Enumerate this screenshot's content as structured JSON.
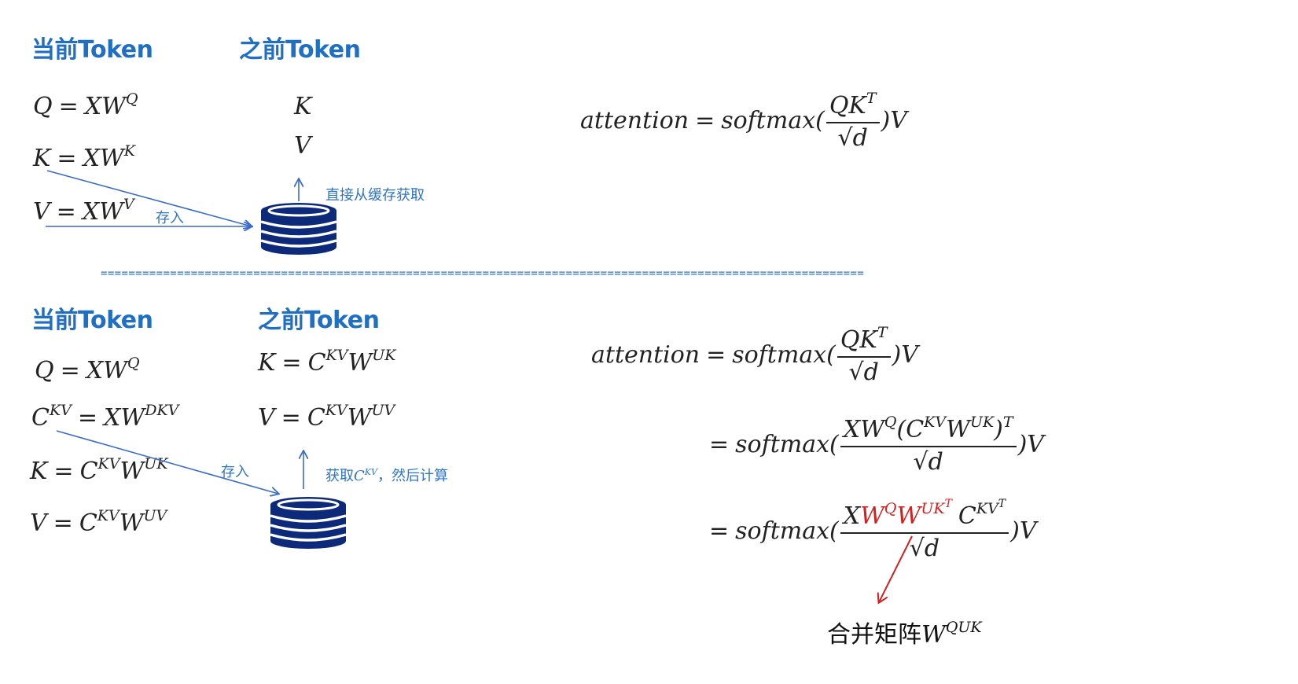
{
  "top": {
    "heading_current": "当前Token",
    "heading_previous": "之前Token",
    "store_label": "存入",
    "cache_label": "直接从缓存获取",
    "eq_q": {
      "lhs": "Q",
      "op": "=",
      "base": "XW",
      "sup": "Q"
    },
    "eq_k": {
      "lhs": "K",
      "op": "=",
      "base": "XW",
      "sup": "K"
    },
    "eq_v": {
      "lhs": "V",
      "op": "=",
      "base": "XW",
      "sup": "V"
    },
    "prev_k": "K",
    "prev_v": "V",
    "attention": {
      "lhs": "attention",
      "op": "=",
      "func": "softmax(",
      "num_base": "QK",
      "num_sup": "T",
      "den_sqrt": "√",
      "den_var": "d",
      "tail": ")V"
    }
  },
  "separator": "==============================================================================================================",
  "bottom": {
    "heading_current": "当前Token",
    "heading_previous": "之前Token",
    "store_label": "存入",
    "fetch_label_prefix": "获取",
    "fetch_label_var": "C",
    "fetch_label_sup": "KV",
    "fetch_label_suffix": "，然后计算",
    "eq_q": {
      "lhs": "Q",
      "op": "=",
      "base": "XW",
      "sup": "Q"
    },
    "eq_c": {
      "lhs": "C",
      "lhs_sup": "KV",
      "op": "=",
      "base": "XW",
      "sup": "DKV"
    },
    "eq_k": {
      "lhs": "K",
      "op": "=",
      "c": "C",
      "c_sup": "KV",
      "w": "W",
      "w_sup": "UK"
    },
    "eq_v": {
      "lhs": "V",
      "op": "=",
      "c": "C",
      "c_sup": "KV",
      "w": "W",
      "w_sup": "UV"
    },
    "prev_k": {
      "lhs": "K",
      "op": "=",
      "c": "C",
      "c_sup": "KV",
      "w": "W",
      "w_sup": "UK"
    },
    "prev_v": {
      "lhs": "V",
      "op": "=",
      "c": "C",
      "c_sup": "KV",
      "w": "W",
      "w_sup": "UV"
    },
    "line1": {
      "lhs": "attention",
      "op": "=",
      "func": "softmax(",
      "num_base": "QK",
      "num_sup": "T",
      "den_sqrt": "√",
      "den_var": "d",
      "tail": ")V"
    },
    "line2": {
      "op": "=",
      "func": "softmax(",
      "num_a": "XW",
      "num_a_sup": "Q",
      "num_b": "(C",
      "num_b_sup": "KV",
      "num_c": "W",
      "num_c_sup": "UK",
      "num_d": ")",
      "num_d_sup": "T",
      "den_sqrt": "√",
      "den_var": "d",
      "tail": ")V"
    },
    "line3": {
      "op": "=",
      "func": "softmax(",
      "num_x": "X",
      "num_w1": "W",
      "num_w1_sup": "Q",
      "num_w2": "W",
      "num_w2_sup": "UK",
      "num_w2_sup2": "T",
      "num_c": "C",
      "num_c_sup": "KV",
      "num_c_sup2": "T",
      "den_sqrt": "√",
      "den_var": "d",
      "tail": ")V"
    },
    "merge_label": "合并矩阵",
    "merge_var": "W",
    "merge_sup": "QUK"
  },
  "colors": {
    "heading": "#1f6fc5",
    "arrow": "#3a6cc9",
    "database": "#0d2a7a",
    "highlight": "#d42020",
    "text": "#222222"
  },
  "icons": [
    "database-icon",
    "database-icon"
  ]
}
